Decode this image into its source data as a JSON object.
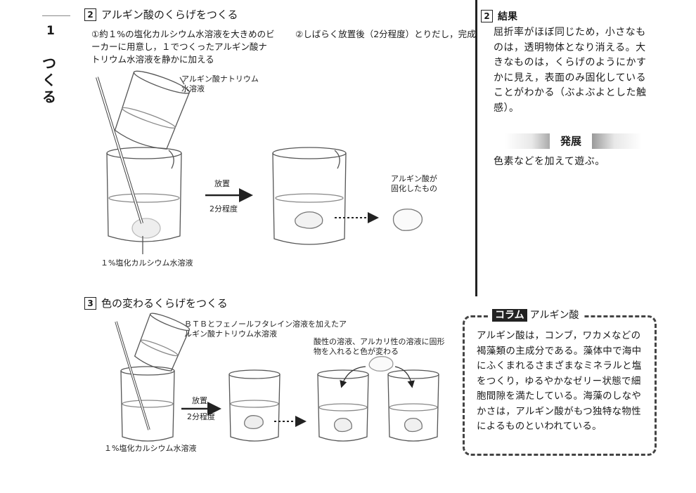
{
  "chapter": {
    "number": "1",
    "label": "つくる"
  },
  "section2": {
    "num": "2",
    "title": "アルギン酸のくらげをつくる",
    "step1": "①約１%の塩化カルシウム水溶液を大きめのビーカーに用意し，１でつくったアルギン酸ナトリウム水溶液を静かに加える",
    "step2": "②しばらく放置後（2分程度）とりだし，完成",
    "label_sodium": "アルギン酸ナトリウム水溶液",
    "label_calcium": "１%塩化カルシウム水溶液",
    "label_leave": "放置",
    "label_time": "2分程度",
    "label_solid": "アルギン酸が固化したもの"
  },
  "section3": {
    "num": "3",
    "title": "色の変わるくらげをつくる",
    "label_btb": "ＢＴＢとフェノールフタレイン溶液を加えたアルギン酸ナトリウム水溶液",
    "label_acid": "酸性の溶液、アルカリ性の溶液に固形物を入れると色が変わる",
    "label_leave": "放置",
    "label_time": "2分程度",
    "label_calcium": "１%塩化カルシウム水溶液"
  },
  "result": {
    "num": "2",
    "title": "結果",
    "text": "屈折率がほぼ同じため，小さなものは，透明物体となり消える。大きなものは，くらげのようにかすかに見え，表面のみ固化していることがわかる（ぶよぶよとした触感）。"
  },
  "development": {
    "title": "発展",
    "text": "色素などを加えて遊ぶ。"
  },
  "column": {
    "tag": "コラム",
    "title": "アルギン酸",
    "text": "アルギン酸は，コンブ，ワカメなどの褐藻類の主成分である。藻体中で海中にふくまれるさまざまなミネラルと塩をつくり，ゆるやかなゼリー状態で細胞間隙を満たしている。海藻のしなやかさは，アルギン酸がもつ独特な物性によるものといわれている。"
  }
}
